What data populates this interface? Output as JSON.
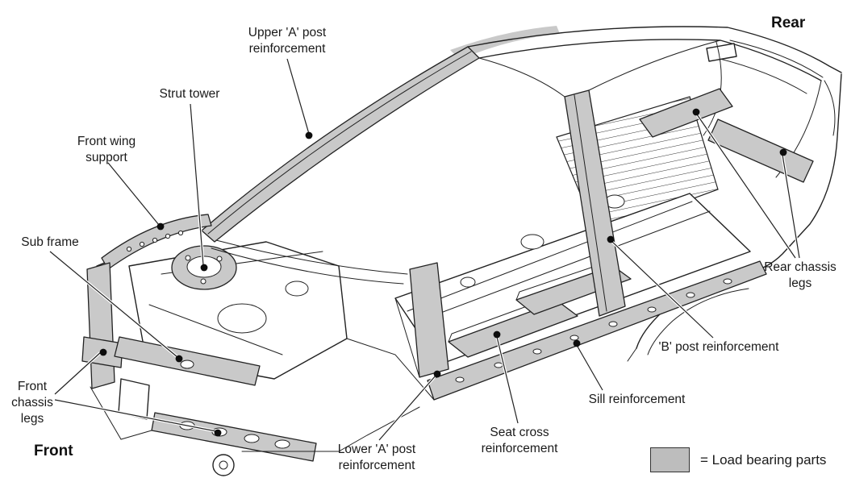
{
  "diagram": {
    "heading_front": "Front",
    "heading_rear": "Rear",
    "labels": {
      "upper_a_post": "Upper 'A' post\nreinforcement",
      "strut_tower": "Strut tower",
      "front_wing_support": "Front wing\nsupport",
      "sub_frame": "Sub frame",
      "front_chassis_legs": "Front\nchassis\nlegs",
      "lower_a_post": "Lower 'A' post\nreinforcement",
      "seat_cross": "Seat cross\nreinforcement",
      "sill": "Sill reinforcement",
      "b_post": "'B' post reinforcement",
      "rear_chassis_legs": "Rear chassis\nlegs"
    },
    "legend": {
      "label": "= Load bearing parts"
    },
    "colors": {
      "load_bearing": "#c9c9c9",
      "legend_swatch": "#bdbdbd",
      "line": "#222222",
      "background": "#ffffff"
    }
  }
}
